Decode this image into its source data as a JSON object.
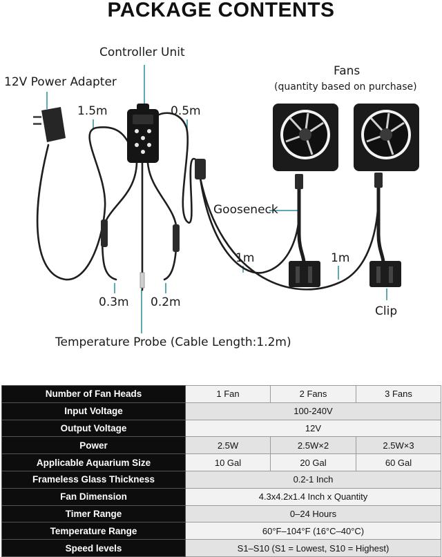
{
  "title": "PACKAGE CONTENTS",
  "labels": {
    "controller": "Controller Unit",
    "adapter": "12V Power Adapter",
    "fans": "Fans",
    "fans_note": "(quantity based on purchase)",
    "len_adapter": "1.5m",
    "len_split": "0.5m",
    "gooseneck": "Gooseneck",
    "len_fan1": "1m",
    "len_fan2": "1m",
    "len_left": "0.3m",
    "len_right": "0.2m",
    "clip": "Clip",
    "probe": "Temperature Probe (Cable Length:1.2m)"
  },
  "specs": {
    "rows": [
      {
        "label": "Number of Fan Heads",
        "values": [
          "1 Fan",
          "2 Fans",
          "3 Fans"
        ]
      },
      {
        "label": "Input Voltage",
        "values": [
          "100-240V"
        ]
      },
      {
        "label": "Output Voltage",
        "values": [
          "12V"
        ]
      },
      {
        "label": "Power",
        "values": [
          "2.5W",
          "2.5W×2",
          "2.5W×3"
        ]
      },
      {
        "label": "Applicable Aquarium Size",
        "values": [
          "10 Gal",
          "20 Gal",
          "60 Gal"
        ]
      },
      {
        "label": "Frameless Glass Thickness",
        "values": [
          "0.2-1 Inch"
        ]
      },
      {
        "label": "Fan Dimension",
        "values": [
          "4.3x4.2x1.4 Inch x Quantity"
        ]
      },
      {
        "label": "Timer Range",
        "values": [
          "0–24 Hours"
        ]
      },
      {
        "label": "Temperature Range",
        "values": [
          "60°F–104°F (16°C–40°C)"
        ]
      },
      {
        "label": "Speed levels",
        "values": [
          "S1–S10 (S1 = Lowest, S10 = Highest)"
        ]
      }
    ]
  }
}
